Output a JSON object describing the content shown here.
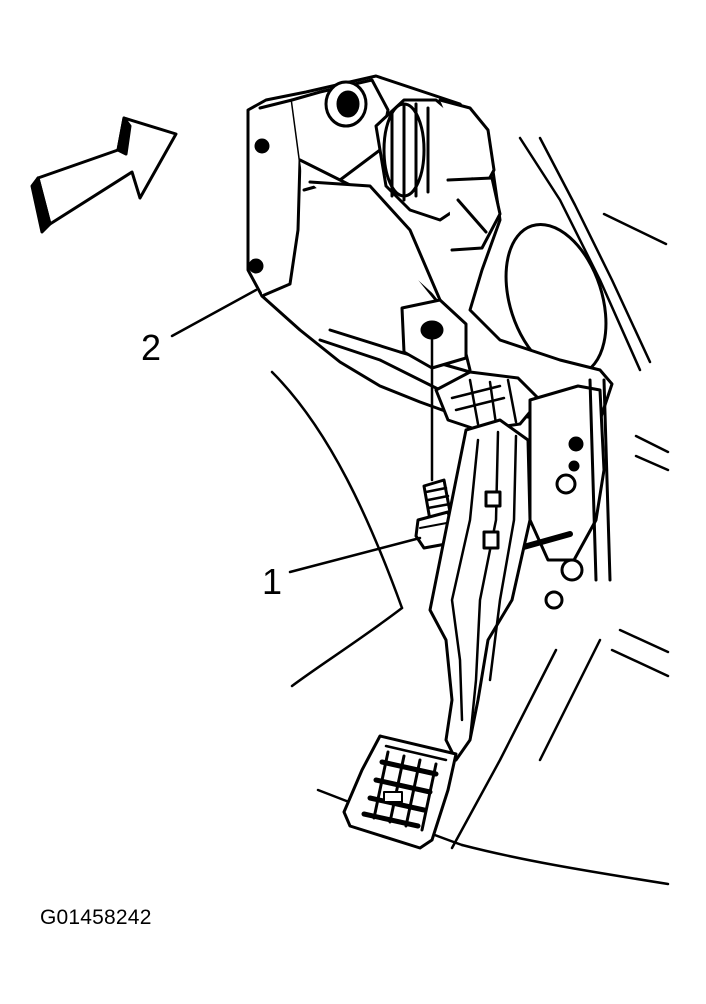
{
  "callouts": [
    {
      "label": "1",
      "refers_to": "bolt"
    },
    {
      "label": "2",
      "refers_to": "pedal-bracket"
    }
  ],
  "figure_id": "G01458242",
  "colors": {
    "line": "#000000",
    "fill": "#ffffff"
  },
  "icons": {
    "direction_arrow": "view-direction-arrow-icon"
  }
}
